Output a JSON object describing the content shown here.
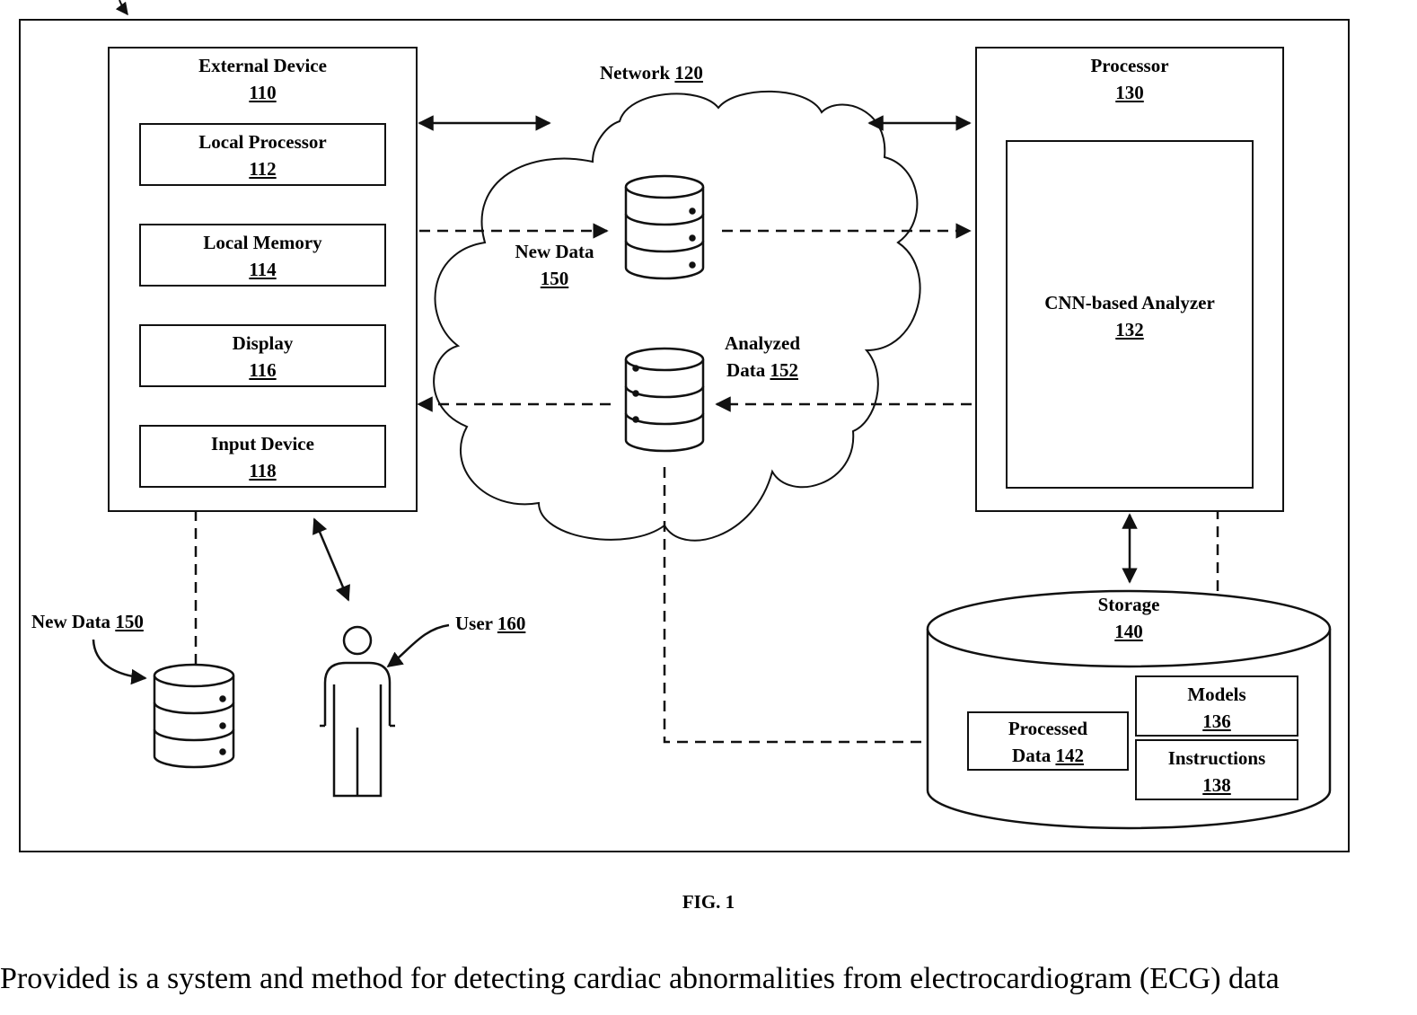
{
  "external_device": {
    "title": "External Device",
    "number": "110"
  },
  "local_processor": {
    "title": "Local Processor",
    "number": "112"
  },
  "local_memory": {
    "title": "Local Memory",
    "number": "114"
  },
  "display": {
    "title": "Display",
    "number": "116"
  },
  "input_device": {
    "title": "Input Device",
    "number": "118"
  },
  "network": {
    "title": "Network",
    "number": "120"
  },
  "new_data_cloud": {
    "line1": "New Data",
    "number": "150"
  },
  "analyzed_data": {
    "line1": "Analyzed",
    "line2": "Data",
    "number": "152"
  },
  "processor": {
    "title": "Processor",
    "number": "130"
  },
  "cnn_analyzer": {
    "title": "CNN-based Analyzer",
    "number": "132"
  },
  "storage": {
    "title": "Storage",
    "number": "140"
  },
  "processed_data": {
    "line1": "Processed",
    "line2": "Data",
    "number": "142"
  },
  "models": {
    "title": "Models",
    "number": "136"
  },
  "instructions": {
    "title": "Instructions",
    "number": "138"
  },
  "new_data_outside": {
    "title": "New Data",
    "number": "150"
  },
  "user": {
    "title": "User",
    "number": "160"
  },
  "figure_caption": "FIG. 1",
  "description": "Provided is a system and method for detecting cardiac abnormalities from electrocardiogram (ECG) data"
}
